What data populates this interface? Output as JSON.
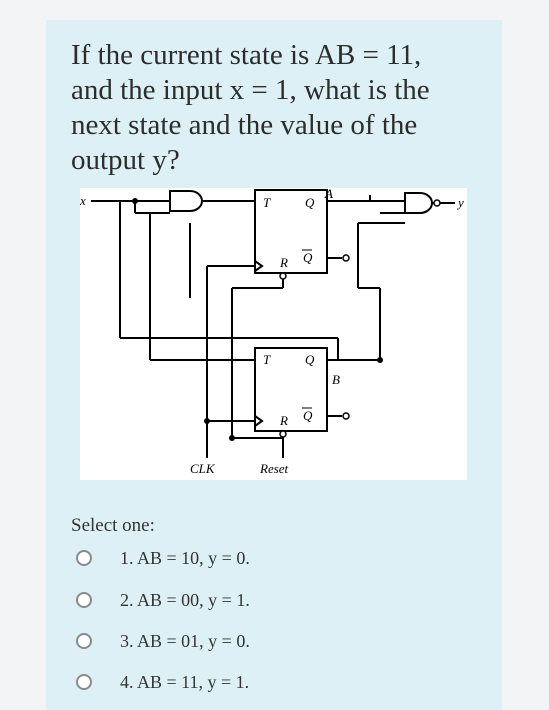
{
  "question": {
    "line1": "If the current state is AB = 11,",
    "line2": "and the input x = 1, what is the",
    "line3": "next state and the value of the",
    "line4": "output y?"
  },
  "circuit": {
    "input_label": "x",
    "output_label": "y",
    "ff_a": {
      "t": "T",
      "q": "Q",
      "qbar": "Q",
      "r": "R",
      "name": "A"
    },
    "ff_b": {
      "t": "T",
      "q": "Q",
      "qbar": "Q",
      "r": "R",
      "name": "B"
    },
    "clk_label": "CLK",
    "reset_label": "Reset"
  },
  "select_label": "Select one:",
  "options": [
    {
      "label": "1. AB = 10, y = 0."
    },
    {
      "label": "2. AB = 00, y = 1."
    },
    {
      "label": "3. AB = 01, y = 0."
    },
    {
      "label": "4. AB = 11, y = 1."
    }
  ]
}
